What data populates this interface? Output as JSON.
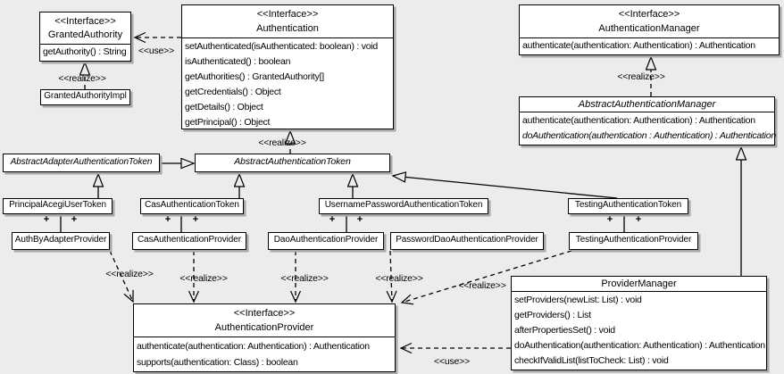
{
  "colors": {
    "background": "#ececec",
    "box_fill": "#ffffff",
    "line": "#000000",
    "shadow": "#a9a9a9"
  },
  "classes": {
    "grantedAuthority": {
      "stereotype": "<<Interface>>",
      "name": "GrantedAuthority",
      "methods": [
        "getAuthority() : String"
      ]
    },
    "grantedAuthorityImpl": {
      "name": "GrantedAuthorityImpl"
    },
    "authentication": {
      "stereotype": "<<Interface>>",
      "name": "Authentication",
      "methods": [
        "setAuthenticated(isAuthenticated: boolean) : void",
        "isAuthenticated() : boolean",
        "getAuthorities() : GrantedAuthority[]",
        "getCredentials() : Object",
        "getDetails() : Object",
        "getPrincipal() : Object"
      ]
    },
    "authenticationManager": {
      "stereotype": "<<Interface>>",
      "name": "AuthenticationManager",
      "methods": [
        "authenticate(authentication: Authentication) : Authentication"
      ]
    },
    "abstractAuthenticationManager": {
      "name": "AbstractAuthenticationManager",
      "methods": [
        "authenticate(authentication: Authentication) : Authentication",
        "doAuthentication(authentication : Authentication) : Authentication"
      ]
    },
    "abstractAdapterAuthenticationToken": {
      "name": "AbstractAdapterAuthenticationToken"
    },
    "abstractAuthenticationToken": {
      "name": "AbstractAuthenticationToken"
    },
    "principalAcegiUserToken": {
      "name": "PrincipalAcegiUserToken"
    },
    "casAuthenticationToken": {
      "name": "CasAuthenticationToken"
    },
    "usernamePasswordAuthenticationToken": {
      "name": "UsernamePasswordAuthenticationToken"
    },
    "testingAuthenticationToken": {
      "name": "TestingAuthenticationToken"
    },
    "authByAdapterProvider": {
      "name": "AuthByAdapterProvider"
    },
    "casAuthenticationProvider": {
      "name": "CasAuthenticationProvider"
    },
    "daoAuthenticationProvider": {
      "name": "DaoAuthenticationProvider"
    },
    "passwordDaoAuthenticationProvider": {
      "name": "PasswordDaoAuthenticationProvider"
    },
    "testingAuthenticationProvider": {
      "name": "TestingAuthenticationProvider"
    },
    "authenticationProvider": {
      "stereotype": "<<Interface>>",
      "name": "AuthenticationProvider",
      "methods": [
        "authenticate(authentication: Authentication) : Authentication",
        "supports(authentication: Class) : boolean"
      ]
    },
    "providerManager": {
      "name": "ProviderManager",
      "methods": [
        "setProviders(newList: List) : void",
        "getProviders() : List",
        "afterPropertiesSet() : void",
        "doAuthentication(authentication: Authentication) : Authentication",
        "checkIfValidList(listToCheck: List) : void"
      ]
    }
  },
  "edge_labels": {
    "use_granted_authority": "<<use>>",
    "realize_granted_authority": "<<realize>>",
    "realize_authentication_token": "<<realize>>",
    "realize_authentication_manager": "<<realize>>",
    "realize_auth_by_adapter": "<<realize>>",
    "realize_cas": "<<realize>>",
    "realize_dao": "<<realize>>",
    "realize_password_dao": "<<realize>>",
    "realize_testing": "<<realize>>",
    "use_provider_manager": "<<use>>"
  },
  "multiplicity_plus": "+"
}
